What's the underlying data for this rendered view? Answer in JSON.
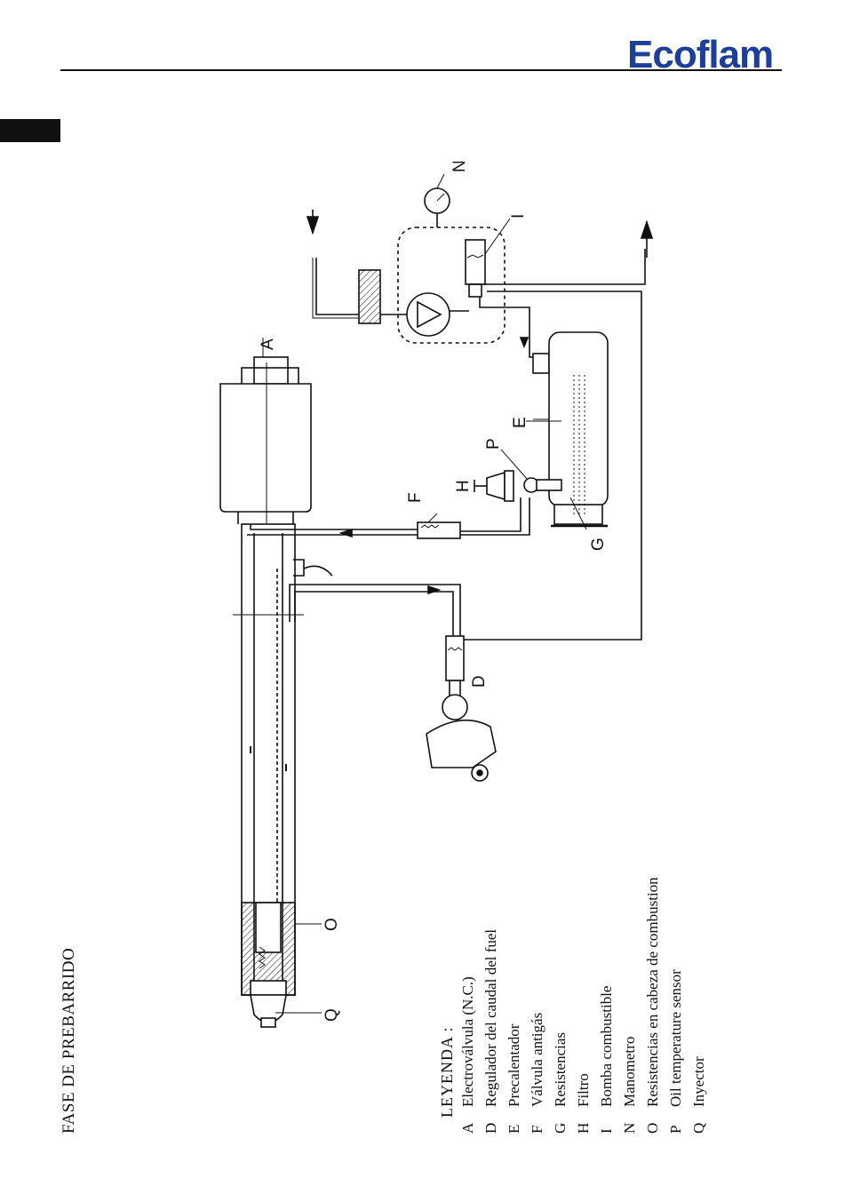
{
  "brand": {
    "name": "Ecoflam",
    "color": "#1d3f9a"
  },
  "title": "FASE DE PREBARRIDO",
  "legend": {
    "title": "LEYENDA :",
    "items": [
      {
        "code": "A",
        "label": "Electroválvula (N.C.)"
      },
      {
        "code": "D",
        "label": "Regulador del caudal del fuel"
      },
      {
        "code": "E",
        "label": "Precalentador"
      },
      {
        "code": "F",
        "label": "Válvula antigás"
      },
      {
        "code": "G",
        "label": "Resistencias"
      },
      {
        "code": "H",
        "label": "Filtro"
      },
      {
        "code": "I",
        "label": "Bomba combustible"
      },
      {
        "code": "N",
        "label": "Manometro"
      },
      {
        "code": "O",
        "label": "Resistencias en cabeza de combustion"
      },
      {
        "code": "P",
        "label": "Oil temperature sensor"
      },
      {
        "code": "Q",
        "label": "Inyector"
      }
    ]
  },
  "diagram_labels": {
    "A": "A",
    "N": "N",
    "I": "I",
    "E": "E",
    "P": "P",
    "H": "H",
    "F": "F",
    "G": "G",
    "D": "D",
    "O": "O",
    "Q": "Q"
  }
}
